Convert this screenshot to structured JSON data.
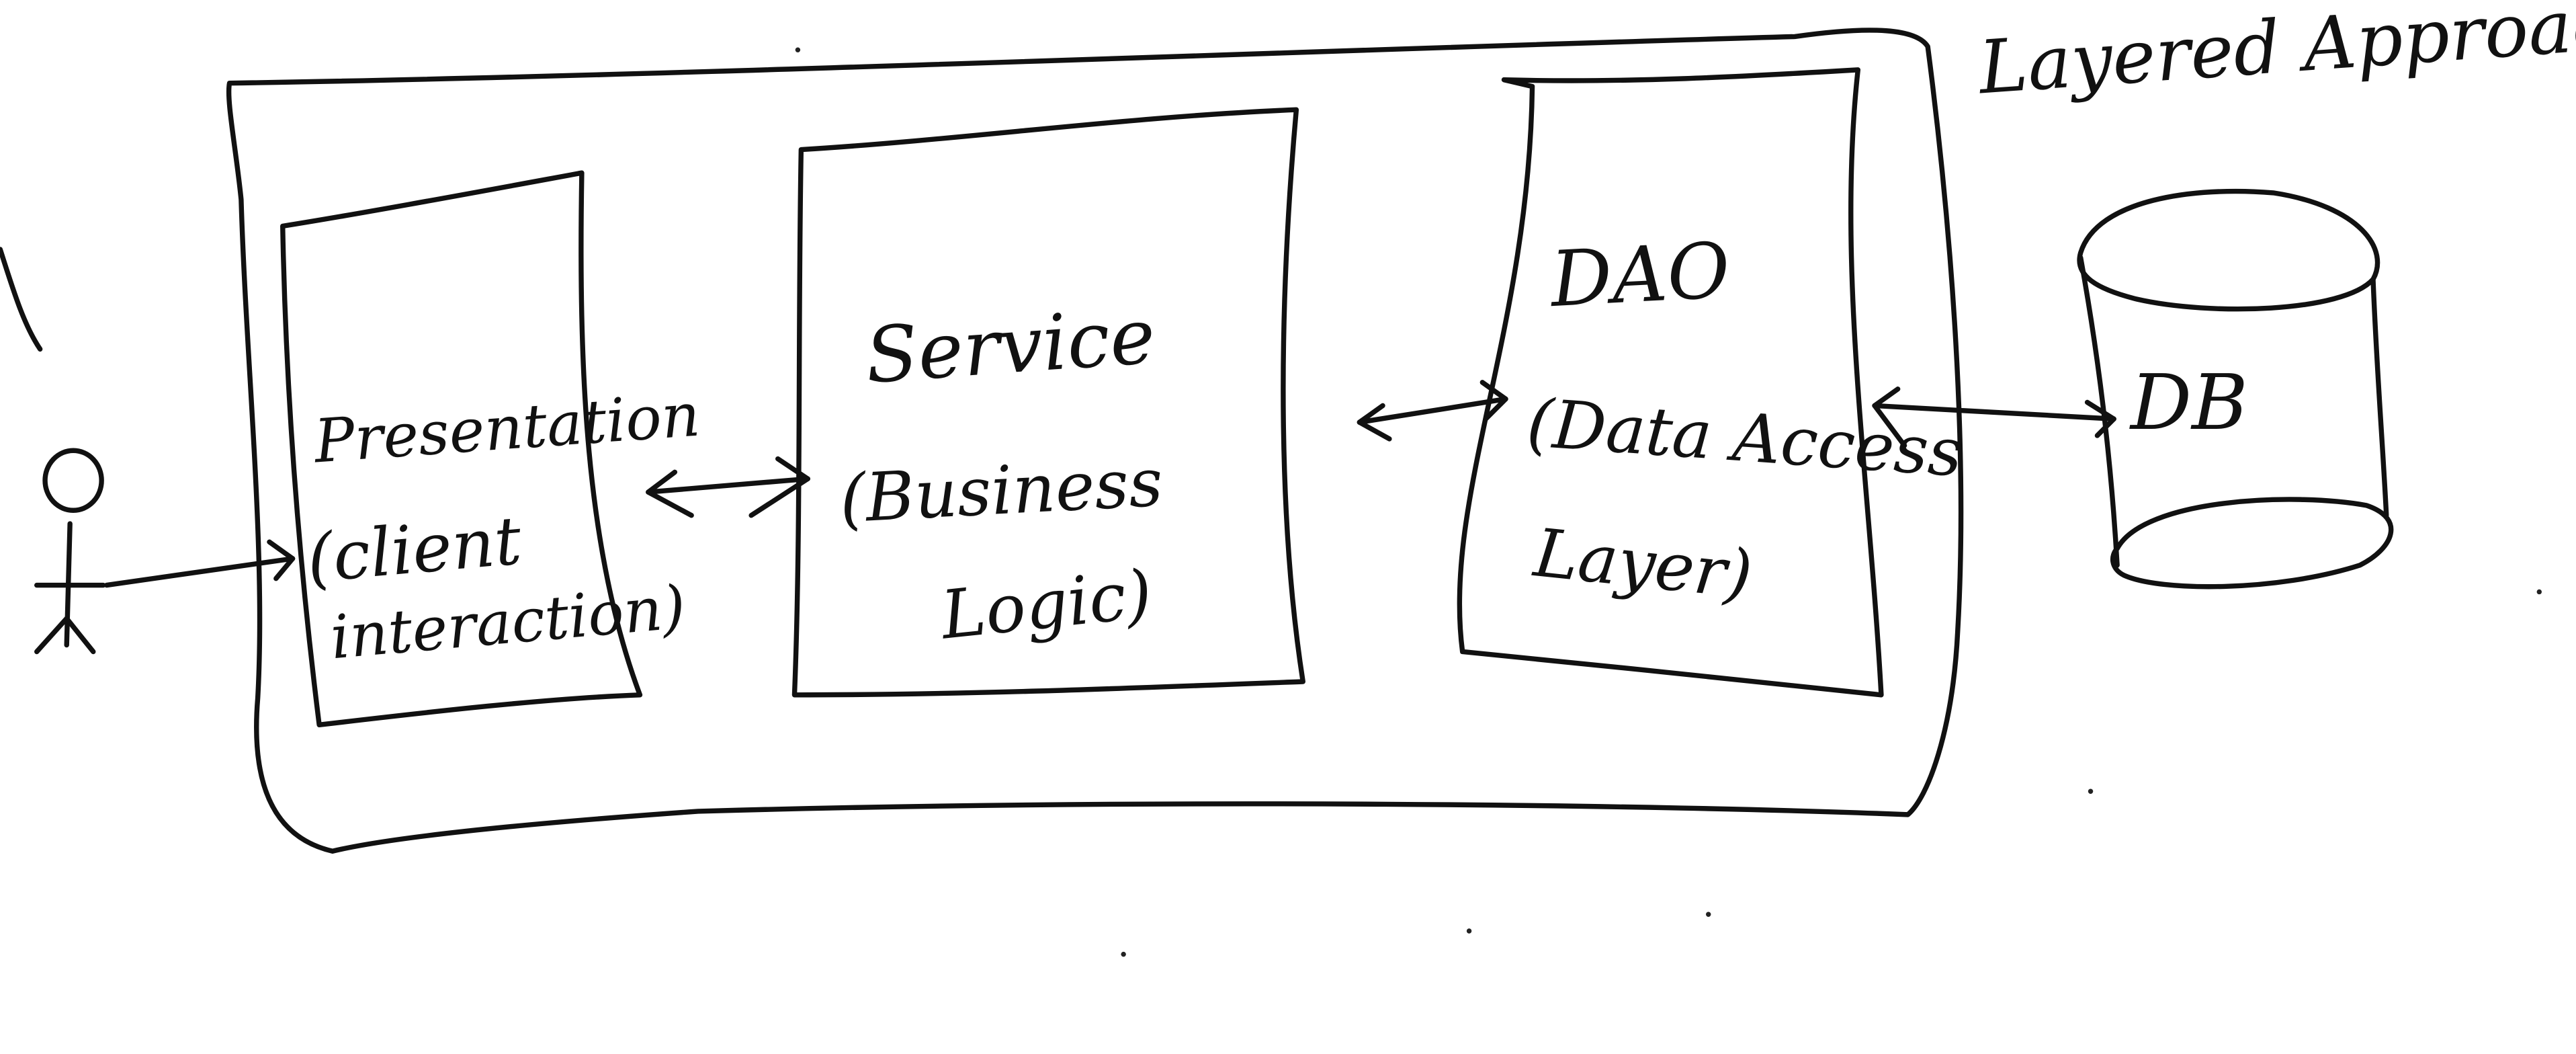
{
  "diagram": {
    "title": "Layered Approach",
    "presentation": {
      "name": "Presentation",
      "detail_line1": "(client",
      "detail_line2": "interaction)"
    },
    "service": {
      "name": "Service",
      "detail_line1": "(Business",
      "detail_line2": "Logic)"
    },
    "dao": {
      "name": "DAO",
      "detail_line1": "(Data Access",
      "detail_line2": "Layer)"
    },
    "database": {
      "name": "DB"
    },
    "ink_color": "#111111"
  }
}
